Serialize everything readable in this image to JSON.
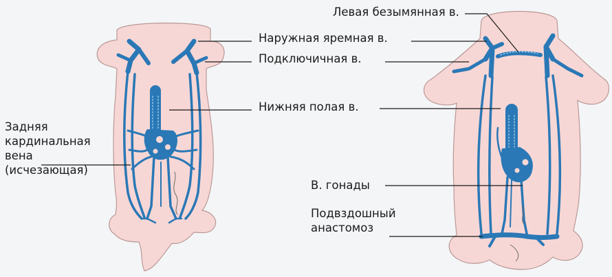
{
  "labels": {
    "posterior_cardinal_vein": [
      "Задняя",
      "кардинальная",
      "вена",
      "(исчезающая)"
    ],
    "external_jugular_vein": "Наружная яремная в.",
    "subclavian_vein": "Подключичная в.",
    "inferior_vena_cava": "Нижняя полая в.",
    "left_brachiocephalic_vein": "Левая безымянная в.",
    "gonadal_vein": "В. гонады",
    "iliac_anastomosis": [
      "Подвздошный",
      "анастомоз"
    ]
  },
  "colors": {
    "vein": "#2a78b6",
    "body": "#f7d7d5",
    "background": "#f4f5f7",
    "text": "#1a1a1a"
  }
}
